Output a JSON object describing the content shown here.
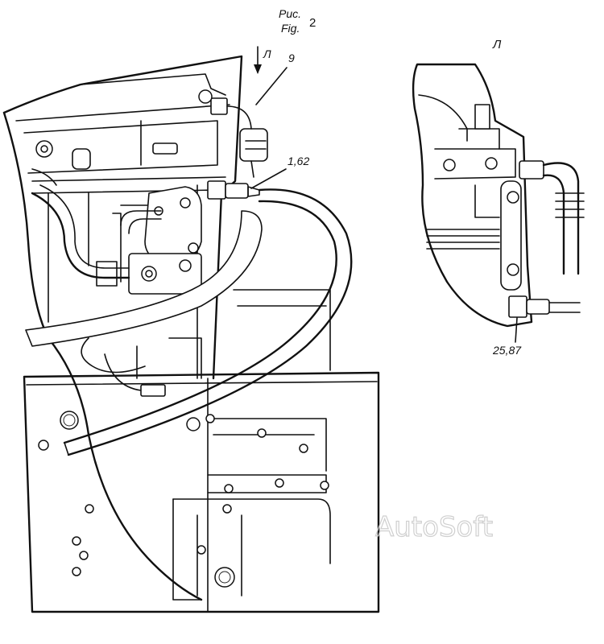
{
  "figure": {
    "caption_ru": "Рис.",
    "caption_en": "Fig.",
    "number": "2"
  },
  "view": {
    "letter": "Л",
    "detail_letter": "Л"
  },
  "callouts": {
    "c9": "9",
    "c162": "1,62",
    "c2587": "25,87"
  },
  "watermark": "AutoSoft"
}
